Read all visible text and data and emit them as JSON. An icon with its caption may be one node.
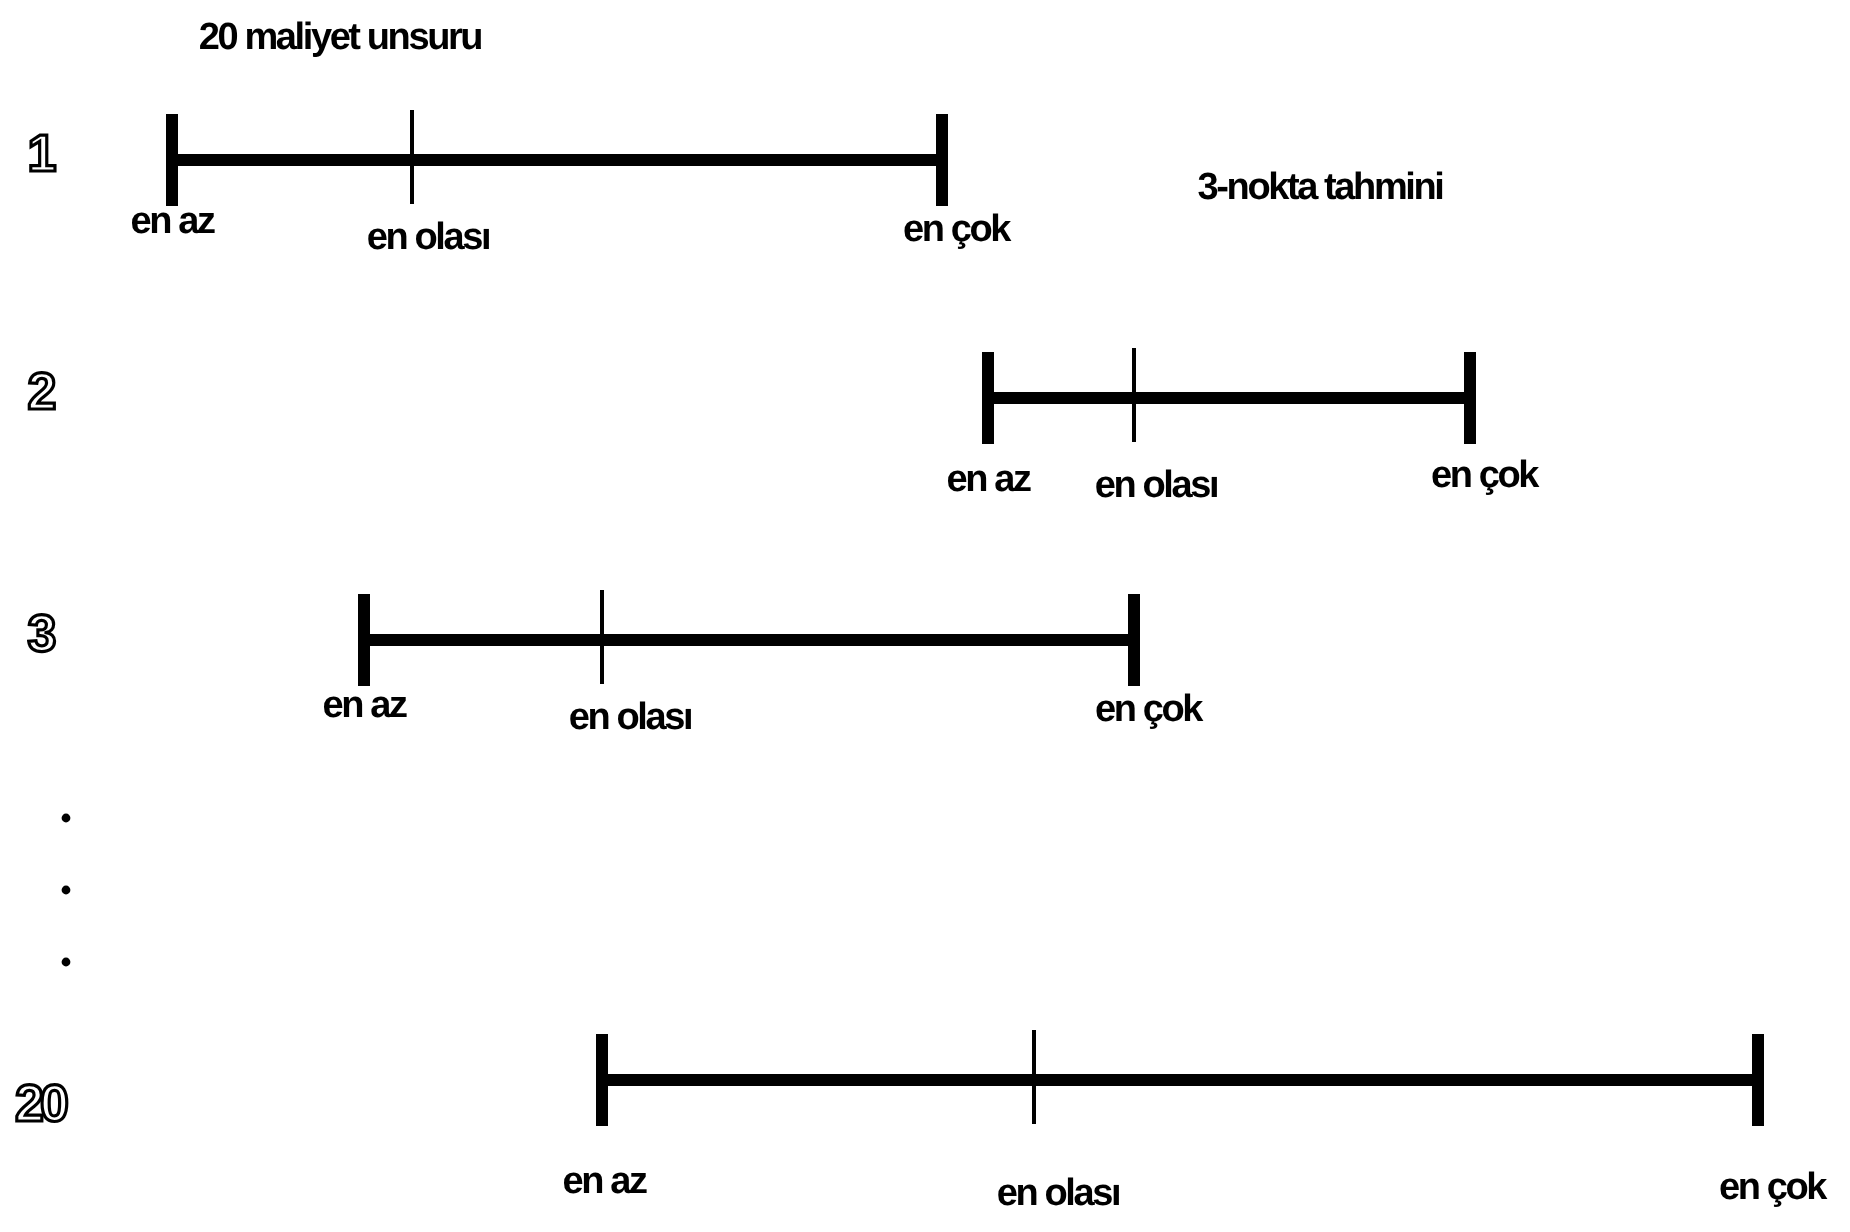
{
  "diagram": {
    "title": "20 maliyet unsuru",
    "labels": [
      "1",
      "3-nokta tahmini",
      "en az",
      "en olası",
      "en çok",
      "2",
      "en az",
      "en olası",
      "en çok",
      "3",
      "en az",
      "en olası",
      "en çok",
      "20",
      "en az",
      "en olası",
      "en çok"
    ]
  }
}
